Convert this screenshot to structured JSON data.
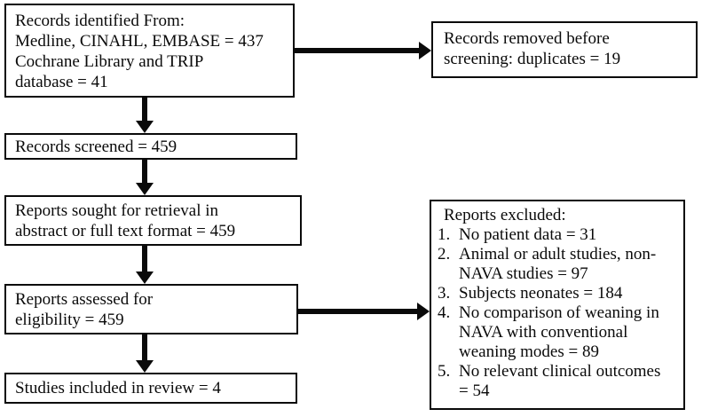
{
  "diagram": {
    "kind": "prisma-flowchart",
    "colors": {
      "background": "#ffffff",
      "border": "#0a0a0a",
      "text": "#0a0a0a",
      "arrow": "#0a0a0a"
    },
    "boxes": {
      "identified": "Records identified From:\nMedline, CINAHL, EMBASE = 437\nCochrane Library and TRIP\ndatabase = 41",
      "removed": "Records removed before\nscreening: duplicates = 19",
      "screened": "Records screened = 459",
      "sought": "Reports sought for retrieval in\nabstract or full text format = 459",
      "assessed": "Reports assessed for\neligibility = 459",
      "included": "Studies included in review = 4",
      "excluded": {
        "title": "Reports excluded:",
        "items": [
          {
            "num": "1.",
            "text": "No patient data = 31"
          },
          {
            "num": "2.",
            "text": "Animal or adult studies, non-\nNAVA studies = 97"
          },
          {
            "num": "3.",
            "text": "Subjects neonates = 184"
          },
          {
            "num": "4.",
            "text": "No comparison of weaning in\nNAVA with conventional\nweaning modes = 89"
          },
          {
            "num": "5.",
            "text": "No relevant clinical outcomes\n= 54"
          }
        ]
      }
    }
  }
}
